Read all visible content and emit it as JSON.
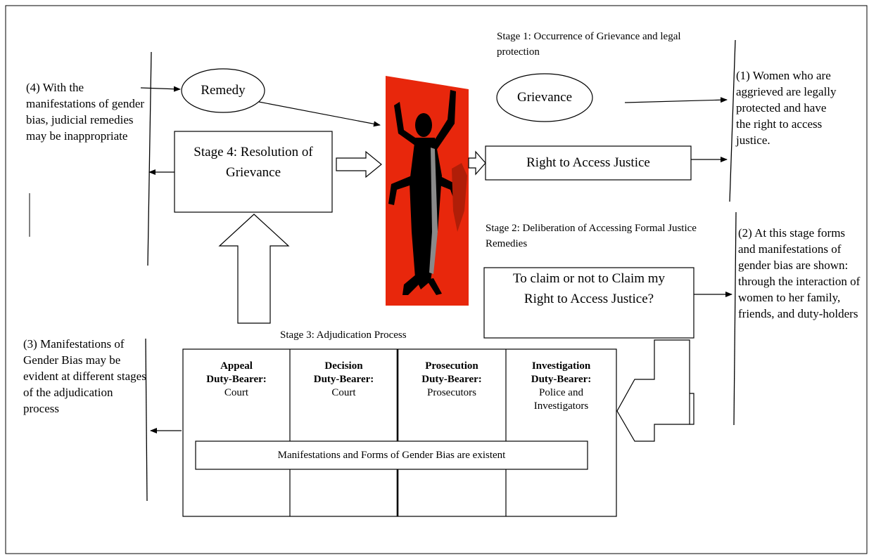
{
  "stage1": {
    "caption": "Stage 1: Occurrence of Grievance and legal protection",
    "grievance": "Grievance",
    "right_to_access": "Right to Access Justice"
  },
  "notes": {
    "note1": "(1) Women who are aggrieved are legally protected and have the right to access justice.",
    "note2": "(2) At this stage forms and manifestations of gender bias are shown: through the interaction of women to her family, friends, and duty-holders",
    "note3": "(3) Manifestations of Gender Bias may be evident at different stages of the adjudication process",
    "note4": "(4) With the manifestations of gender bias, judicial remedies may be inappropriate"
  },
  "stage2": {
    "caption": "Stage 2: Deliberation of Accessing Formal Justice Remedies",
    "question": "To claim or not to Claim my Right to Access Justice?"
  },
  "stage3": {
    "caption": "Stage 3: Adjudication Process",
    "columns": [
      {
        "title": "Appeal",
        "subtitle": "Duty-Bearer:",
        "who": "Court"
      },
      {
        "title": "Decision",
        "subtitle": "Duty-Bearer:",
        "who": "Court"
      },
      {
        "title": "Prosecution",
        "subtitle": "Duty-Bearer:",
        "who": "Prosecutors"
      },
      {
        "title": "Investigation",
        "subtitle": "Duty-Bearer:",
        "who": "Police and Investigators"
      }
    ],
    "bias_bar": "Manifestations and Forms of Gender Bias are existent"
  },
  "stage4": {
    "title": "Stage 4: Resolution of Grievance",
    "remedy": "Remedy"
  },
  "colors": {
    "figure_background": "#e8270c",
    "figure": "#000000",
    "line": "#000000"
  },
  "icons": {
    "center_image": "silhouette-figure-arms-raised-icon"
  }
}
